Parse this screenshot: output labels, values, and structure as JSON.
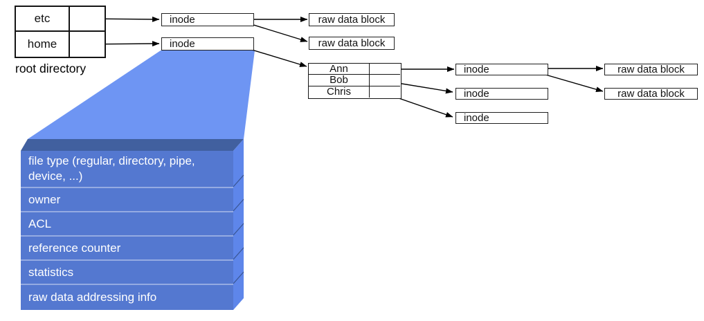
{
  "root_directory_table": {
    "caption": "root directory",
    "entries": [
      {
        "name": "etc"
      },
      {
        "name": "home"
      }
    ]
  },
  "home_directory_table": {
    "entries": [
      {
        "name": "Ann"
      },
      {
        "name": "Bob"
      },
      {
        "name": "Chris"
      }
    ]
  },
  "labels": {
    "inode": "inode",
    "raw_data_block": "raw data block"
  },
  "inode_structure": {
    "fields": [
      "file type (regular, directory, pipe, device, ...)",
      "owner",
      "ACL",
      "reference counter",
      "statistics",
      "raw data addressing info"
    ]
  },
  "colors": {
    "beam": "#6E95F3",
    "box_top_face": "#41609F",
    "box_side_face": "#5E86EA",
    "box_front_face": "#5478D0",
    "text_on_blue": "#FFFFFF",
    "line": "#000000",
    "box_background": "#FFFFFF"
  }
}
